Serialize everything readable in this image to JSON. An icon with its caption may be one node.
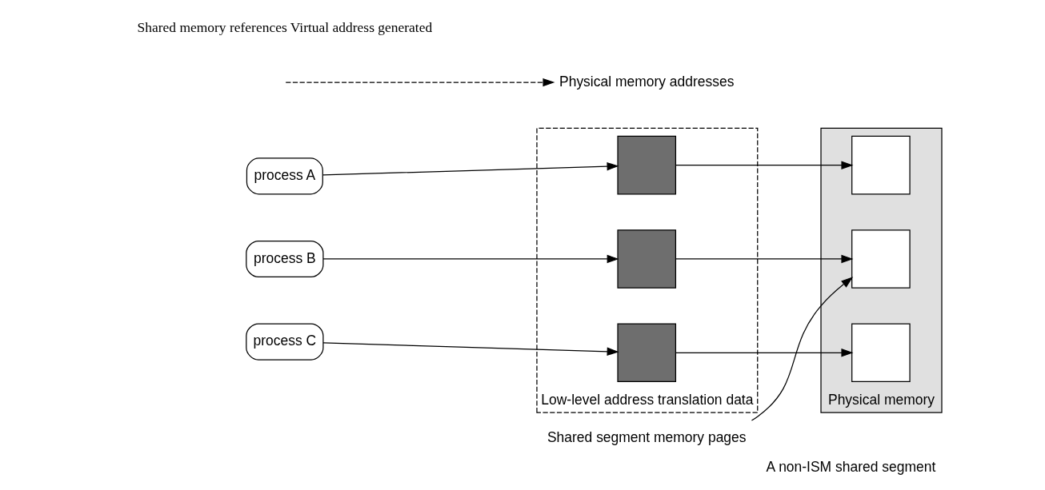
{
  "diagram": {
    "caption": "A non-ISM shared segment",
    "nodes": [
      {
        "text": [
          "process A"
        ]
      },
      {
        "text": [
          "process B"
        ]
      },
      {
        "text": [
          "process C"
        ]
      },
      {
        "text": [
          "Low-level address translation data"
        ]
      },
      {
        "text": [],
        "shape": "box",
        "in": 3
      },
      {
        "text": [],
        "shape": "box",
        "in": 3
      },
      {
        "text": [],
        "shape": "box",
        "in": 3
      },
      {
        "text": [
          "Physical memory"
        ]
      },
      {
        "text": [],
        "shape": "box",
        "in": 7
      },
      {
        "text": [],
        "shape": "box",
        "in": 7
      },
      {
        "text": [],
        "shape": "box",
        "in": 7
      },
      {
        "text": [
          "Shared segment memory pages"
        ]
      },
      {
        "text": [
          "Physical memory addresses"
        ]
      }
    ],
    "edges": [
      {
        "from": 0,
        "to": 4,
        "arrow": "to"
      },
      {
        "from": 1,
        "to": 5,
        "arrow": "to"
      },
      {
        "from": 2,
        "to": 6,
        "arrow": "to"
      },
      {
        "from": 4,
        "to": 8,
        "arrow": "to"
      },
      {
        "from": 5,
        "to": 9,
        "arrow": "to"
      },
      {
        "from": 6,
        "to": 10,
        "arrow": "to"
      },
      {
        "from": 11,
        "to": 9,
        "arrow": "to"
      },
      {
        "from": null,
        "to": 12,
        "arrow": "to",
        "style": "dashed"
      }
    ],
    "labels": [
      "Shared memory references Virtual address generated"
    ]
  }
}
